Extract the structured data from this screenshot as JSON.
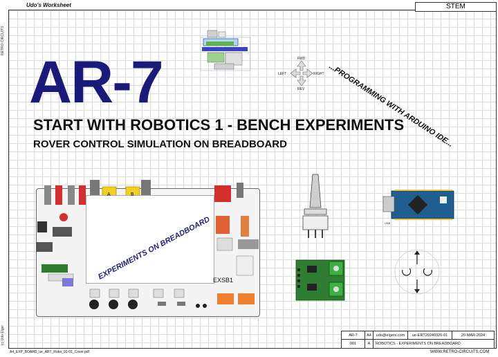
{
  "header": {
    "worksheet_title": "Udo's Worksheet",
    "category": "STEM"
  },
  "side": {
    "top_label": "RETRO CIRCUITS",
    "bottom_label": "(c) Udo Elger"
  },
  "main": {
    "code": "AR-7",
    "tagline": "...PROGRAMMING WITH ARDUINO IDE...",
    "title": "START WITH ROBOTICS 1 - BENCH EXPERIMENTS",
    "subtitle": "ROVER CONTROL SIMULATION ON BREADBOARD"
  },
  "directions": {
    "fwd": "FWD",
    "rev": "REV",
    "left": "LEFT",
    "right": "RIGHT"
  },
  "board": {
    "label": "EXPERIMENTS ON BREADBOARD",
    "exsb": "EXSB1",
    "slot_a": "A",
    "slot_b": "B"
  },
  "title_block": {
    "code": "AR-7",
    "size": "A4",
    "email": "udo@elgers.com",
    "doc_id": "ue-ERT20240320-01",
    "date": "20-MAR-2024",
    "sheet": "001",
    "rev": "A",
    "description": "ROBOTICS - EXPERIMENTS ON BREADBOARD"
  },
  "footer": {
    "filename": "A4_EXP_BOARD_ue_ART_Robo_01-01_Cover.pdf",
    "website": "WWW.RETRO-CIRCUITS.COM"
  },
  "colors": {
    "title_blue": "#1a1a7a",
    "arduino_blue": "#1f5f8f",
    "driver_green": "#2e7d32",
    "terminal_green": "#3cb043",
    "yellow": "#f0d020",
    "red": "#d32f2f"
  }
}
